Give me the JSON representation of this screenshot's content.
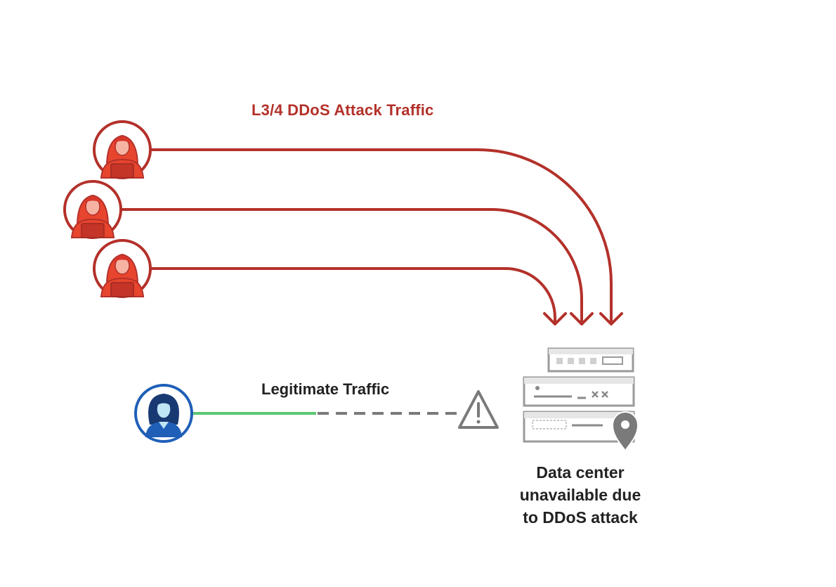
{
  "labels": {
    "attack_traffic": "L3/4 DDoS Attack Traffic",
    "legitimate_traffic": "Legitimate Traffic",
    "data_center_caption": [
      "Data center",
      "unavailable due",
      "to DDoS attack"
    ]
  },
  "nodes": {
    "attackers": [
      {
        "name": "attacker-1-icon"
      },
      {
        "name": "attacker-2-icon"
      },
      {
        "name": "attacker-3-icon"
      }
    ],
    "legitimate_user": {
      "name": "legitimate-user-icon"
    },
    "warning": {
      "name": "warning-icon"
    },
    "data_center": {
      "name": "server-stack-icon"
    },
    "location": {
      "name": "location-pin-icon"
    }
  },
  "colors": {
    "attack": "#b3312a",
    "attacker_fill": "#e8452e",
    "user_blue": "#1f5fb8",
    "user_skin": "#bfe6f5",
    "legit_green": "#5cc872",
    "blocked_gray": "#7a7a7a",
    "server_gray": "#9a9a9a",
    "text_dark": "#222222"
  }
}
